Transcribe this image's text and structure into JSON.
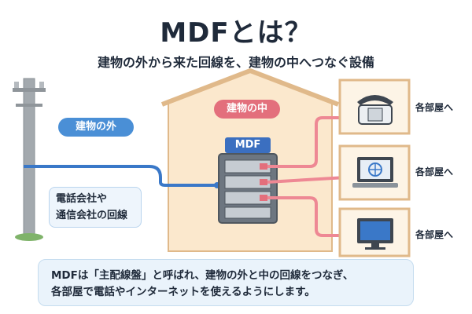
{
  "title": "MDFとは？",
  "subtitle": "建物の外から来た回線を、建物の中へつなぐ設備",
  "labels": {
    "outside": "建物の外",
    "inside": "建物の中",
    "mdf": "MDF",
    "carrier_line1": "電話会社や",
    "carrier_line2": "通信会社の回線"
  },
  "rooms": [
    {
      "label": "各部屋へ",
      "device": "phone-icon"
    },
    {
      "label": "各部屋へ",
      "device": "laptop-icon"
    },
    {
      "label": "各部屋へ",
      "device": "monitor-icon"
    }
  ],
  "footer": {
    "line1": "MDFは「主配線盤」と呼ばれ、建物の外と中の回線をつなぎ、",
    "line2": "各部屋で電話やインターネットを使えるようにします。"
  },
  "colors": {
    "outside_line": "#3a78c8",
    "inside_line": "#ee8894",
    "house_fill": "#fbe8cd",
    "house_stroke": "#e0b98a",
    "pole": "#a3a9ae"
  }
}
